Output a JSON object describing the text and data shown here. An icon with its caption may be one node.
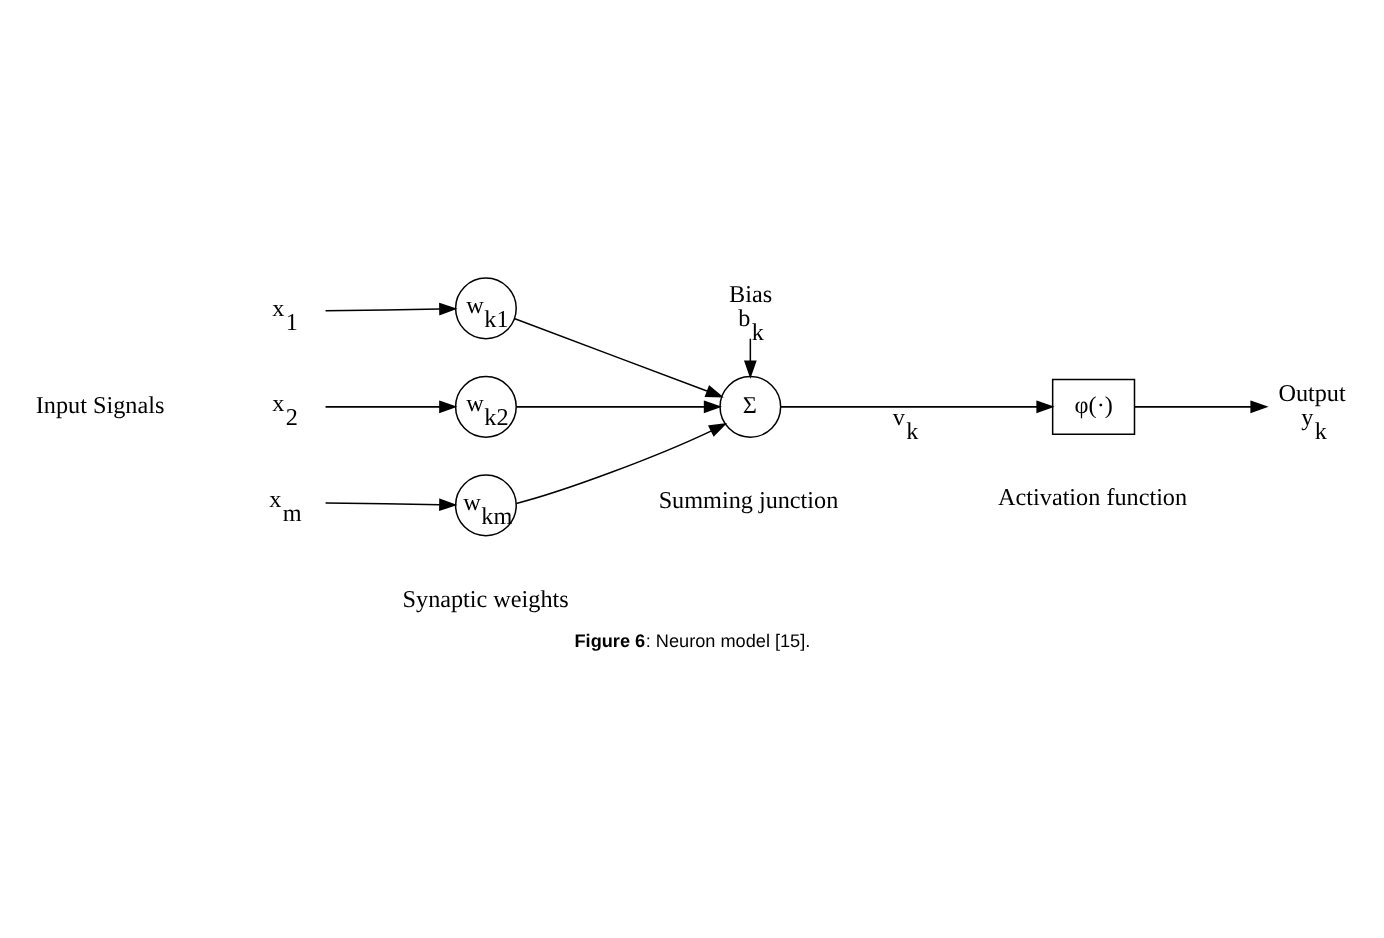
{
  "diagram": {
    "caption": "**Figure 6**: Neuron model [15].",
    "nodes": [
      {
        "text": [
          "x$_{1}$"
        ]
      },
      {
        "text": [
          "x$_{2}$"
        ]
      },
      {
        "text": [
          "x$_{m}$"
        ]
      },
      {
        "text": [
          "w$_{k1}$"
        ]
      },
      {
        "text": [
          "w$_{k2}$"
        ]
      },
      {
        "text": [
          "w$_{km}$"
        ]
      },
      {
        "text": [
          "Σ"
        ],
        "beside": [
          "Summing junction"
        ]
      },
      {
        "text": [
          "Bias",
          "b$_{k}$"
        ]
      },
      {
        "text": [
          "φ(·)"
        ],
        "beside": [
          "Activation function"
        ]
      },
      {
        "text": [
          "Output",
          "y$_{k}$"
        ]
      }
    ],
    "edges": [
      {
        "from": 0,
        "to": 3,
        "arrow": "to"
      },
      {
        "from": 1,
        "to": 4,
        "arrow": "to"
      },
      {
        "from": 2,
        "to": 5,
        "arrow": "to"
      },
      {
        "from": 3,
        "to": 6,
        "arrow": "to"
      },
      {
        "from": 4,
        "to": 6,
        "arrow": "to"
      },
      {
        "from": 5,
        "to": 6,
        "arrow": "to"
      },
      {
        "from": 7,
        "to": 6,
        "arrow": "to"
      },
      {
        "from": 6,
        "to": 8,
        "arrow": "to",
        "label": "v$_{k}$"
      },
      {
        "from": 8,
        "to": 9,
        "arrow": "to"
      }
    ],
    "labels": [
      "Input Signals",
      "Synaptic weights"
    ]
  }
}
